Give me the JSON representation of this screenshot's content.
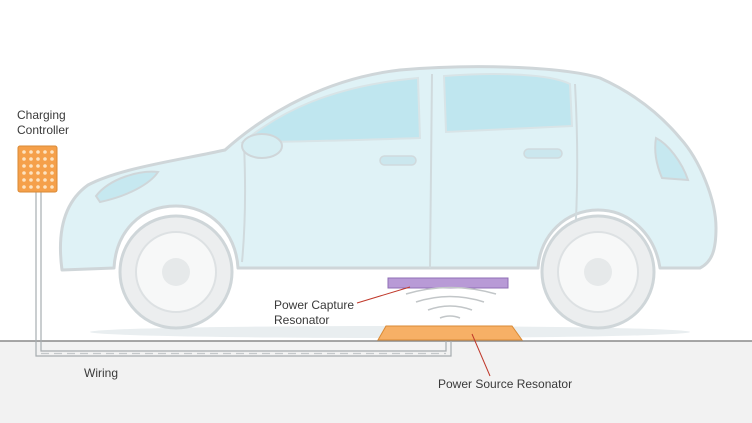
{
  "labels": {
    "charging_controller_line1": "Charging",
    "charging_controller_line2": "Controller",
    "power_capture_line1": "Power Capture",
    "power_capture_line2": "Resonator",
    "wiring": "Wiring",
    "power_source": "Power Source Resonator"
  },
  "colors": {
    "car_body": "#dff2f6",
    "car_outline": "#cfd6d9",
    "window": "#bfe6ef",
    "controller": "#f5a04a",
    "capture_resonator": "#b89ad6",
    "source_resonator": "#f7b066",
    "ground": "#f2f2f2",
    "ground_line": "#8a8a8a",
    "wiring": "#a7adb0"
  },
  "icons": [
    "charging-controller-icon",
    "wireless-waves-icon",
    "car-icon"
  ]
}
